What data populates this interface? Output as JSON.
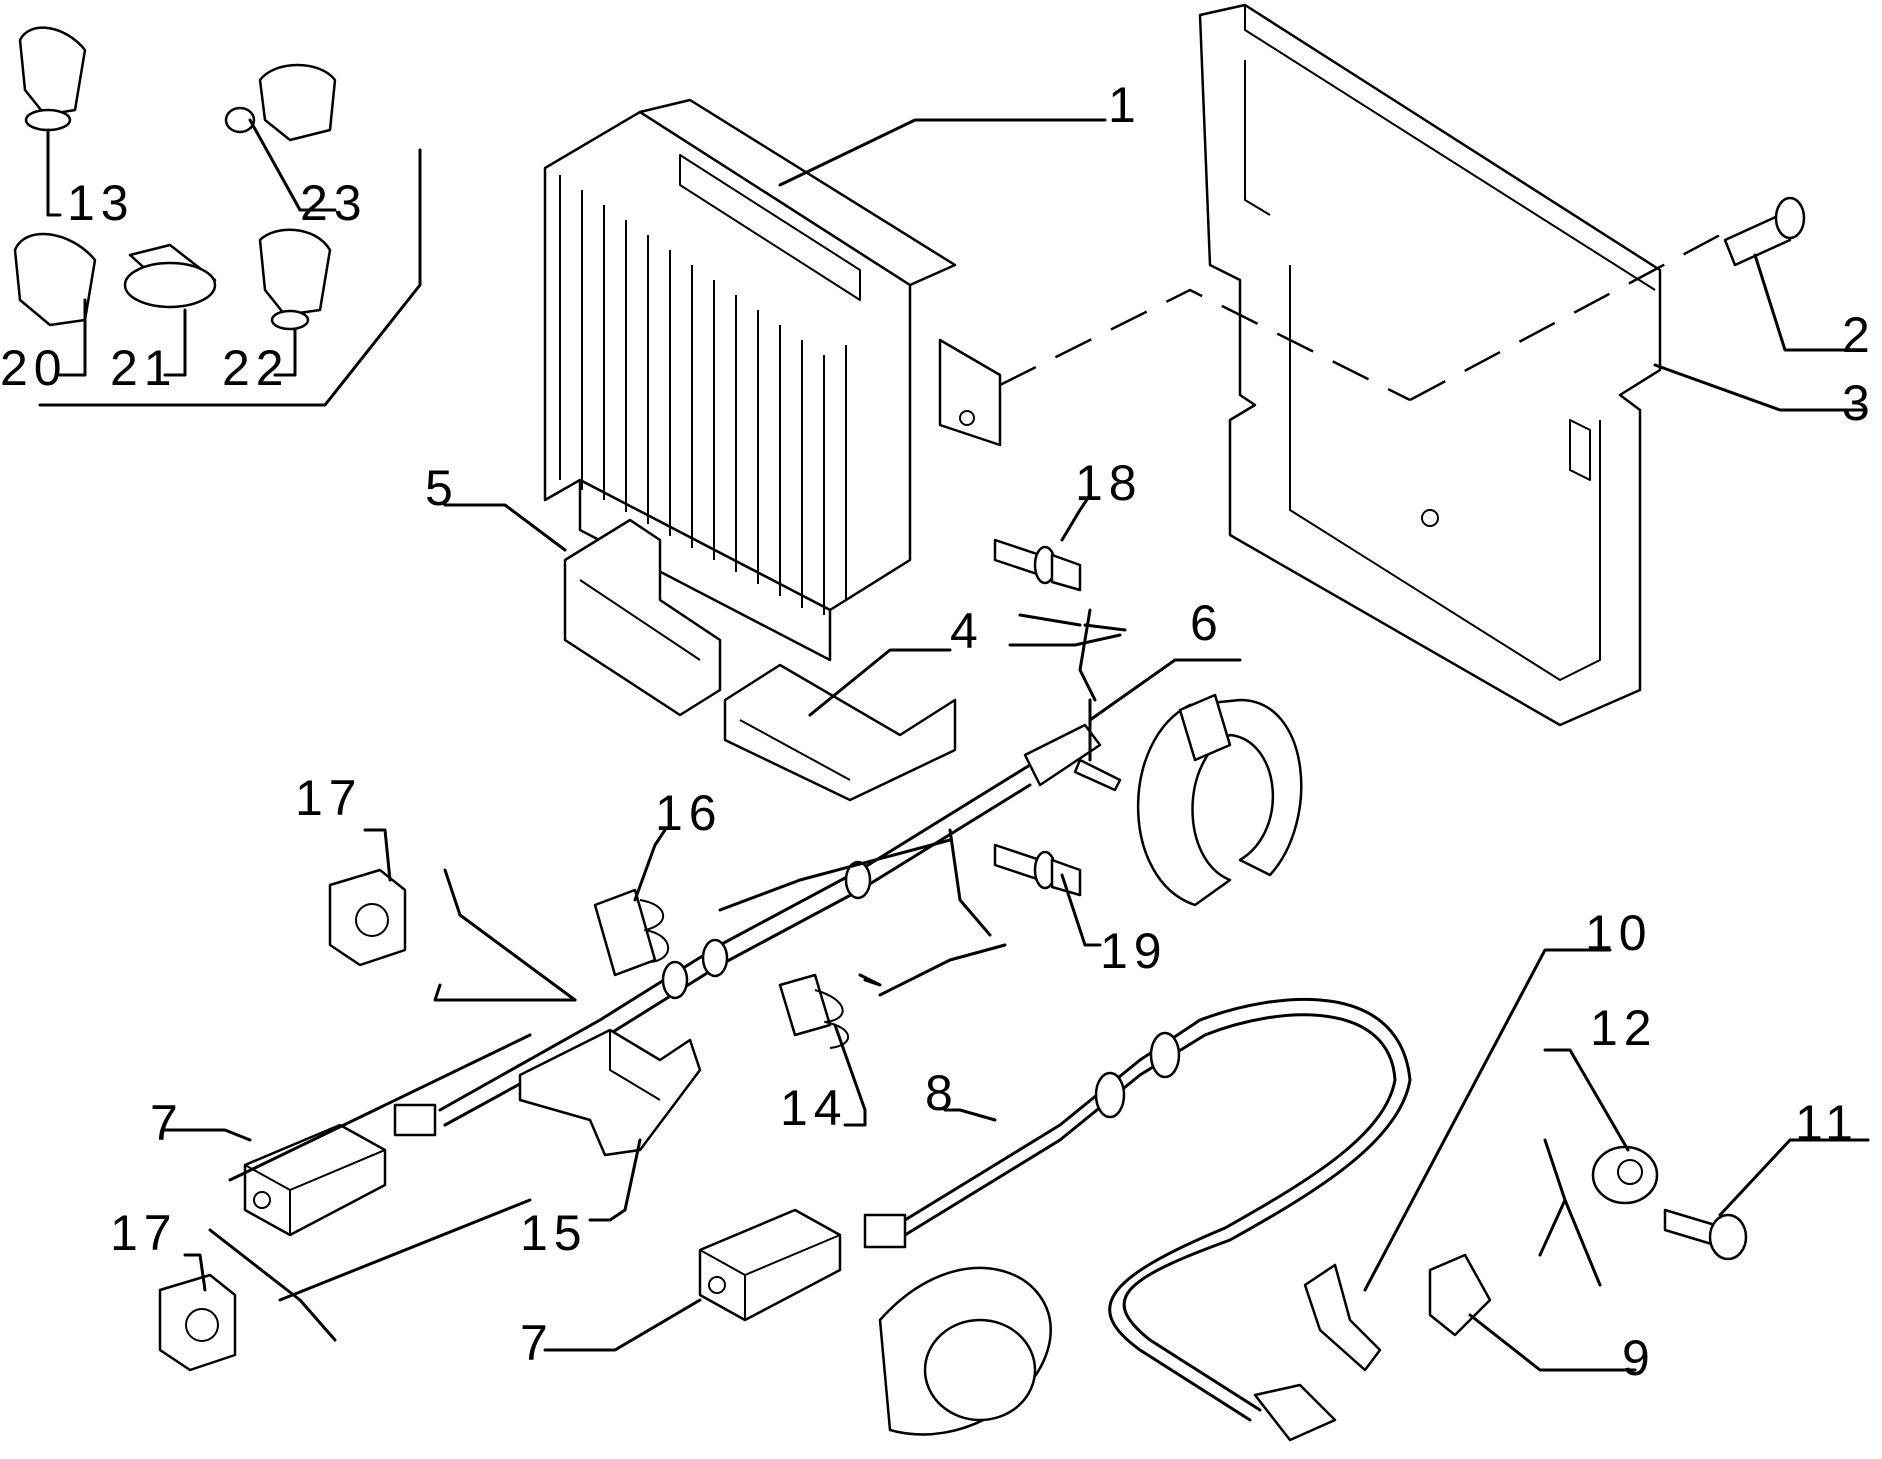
{
  "parts": [
    {
      "id": "p1",
      "number": "1"
    },
    {
      "id": "p2",
      "number": "2"
    },
    {
      "id": "p3",
      "number": "3"
    },
    {
      "id": "p4",
      "number": "4"
    },
    {
      "id": "p5",
      "number": "5"
    },
    {
      "id": "p6",
      "number": "6"
    },
    {
      "id": "p7a",
      "number": "7"
    },
    {
      "id": "p7b",
      "number": "7"
    },
    {
      "id": "p8",
      "number": "8"
    },
    {
      "id": "p9",
      "number": "9"
    },
    {
      "id": "p10",
      "number": "10"
    },
    {
      "id": "p11",
      "number": "11"
    },
    {
      "id": "p12",
      "number": "12"
    },
    {
      "id": "p13",
      "number": "13"
    },
    {
      "id": "p14",
      "number": "14"
    },
    {
      "id": "p15",
      "number": "15"
    },
    {
      "id": "p16",
      "number": "16"
    },
    {
      "id": "p17a",
      "number": "17"
    },
    {
      "id": "p17b",
      "number": "17"
    },
    {
      "id": "p18",
      "number": "18"
    },
    {
      "id": "p19",
      "number": "19"
    },
    {
      "id": "p20",
      "number": "20"
    },
    {
      "id": "p21",
      "number": "21"
    },
    {
      "id": "p22",
      "number": "22"
    },
    {
      "id": "p23",
      "number": "23"
    }
  ]
}
